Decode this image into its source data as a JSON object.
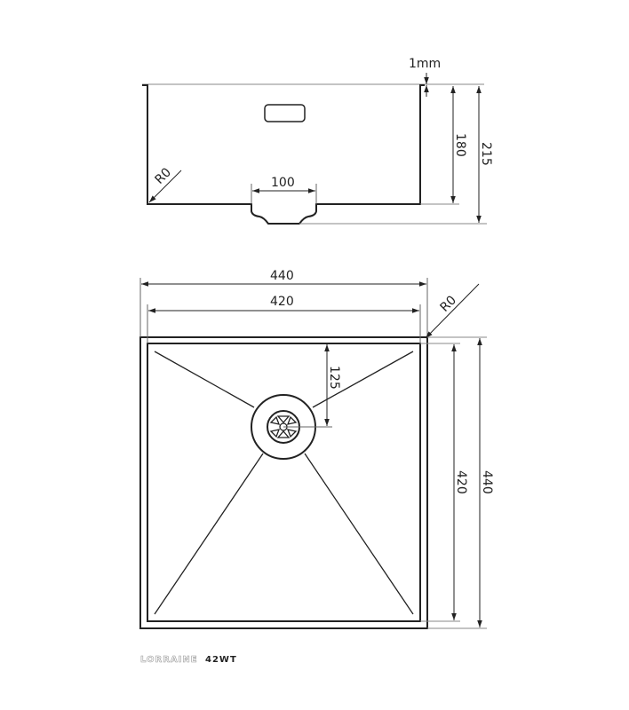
{
  "drawing": {
    "type": "technical-drawing",
    "subject": "undermount kitchen sink",
    "side_view": {
      "thickness_label": "1mm",
      "inner_depth_label": "180",
      "total_depth_label": "215",
      "drain_width_label": "100",
      "corner_radius_label": "R0"
    },
    "top_view": {
      "outer_width_label": "440",
      "inner_width_label": "420",
      "outer_height_label": "440",
      "inner_height_label": "420",
      "drain_offset_label": "125",
      "corner_radius_label": "R0"
    }
  },
  "brand": {
    "series": "LORRAINE",
    "model": "42WT"
  },
  "colors": {
    "line": "#222222",
    "thin_line": "#555555",
    "background": "#ffffff"
  }
}
